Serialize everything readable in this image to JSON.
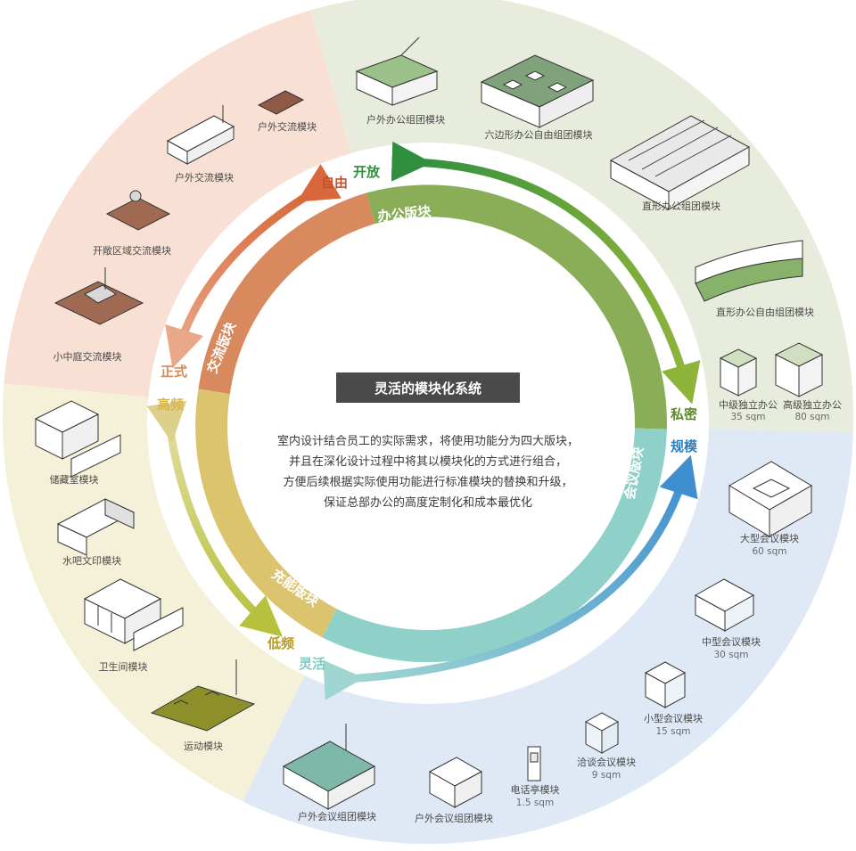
{
  "center": {
    "title": "灵活的模块化系统",
    "description_lines": [
      "室内设计结合员工的实际需求，将使用功能分为四大版块，",
      "并且在深化设计过程中将其以模块化的方式进行组合，",
      "方便后续根据实际使用功能进行标准模块的替换和升级，",
      "保证总部办公的高度定制化和成本最优化"
    ]
  },
  "sectors": {
    "office": "办公版块",
    "exchange": "交流版块",
    "support": "充能版块",
    "meeting": "会议版块"
  },
  "axis": {
    "open": "开放",
    "freedom": "自由",
    "formal": "正式",
    "frequent": "高频",
    "infrequent": "低频",
    "flexible": "灵活",
    "private": "私密",
    "scale": "规模"
  },
  "modules": {
    "outdoor_office_group": "户外办公组团模块",
    "hexagon_office": "六边形办公自由组团模块",
    "linear_office_group": "直形办公组团模块",
    "linear_office_free": "直形办公自由组团模块",
    "mid_private_office": "中级独立办公",
    "mid_private_office_size": "35 sqm",
    "senior_private_office": "高级独立办公",
    "senior_private_office_size": "80 sqm",
    "large_meeting": "大型会议模块",
    "large_meeting_size": "60 sqm",
    "medium_meeting": "中型会议模块",
    "medium_meeting_size": "30 sqm",
    "small_meeting": "小型会议模块",
    "small_meeting_size": "15 sqm",
    "negotiation": "洽谈会议模块",
    "negotiation_size": "9 sqm",
    "phone_booth": "电话亭模块",
    "phone_booth_size": "1.5 sqm",
    "outdoor_meeting_group_1": "户外会议组团模块",
    "outdoor_meeting_group_2": "户外会议组团模块",
    "sports": "运动模块",
    "restroom": "卫生间模块",
    "waterbar_print": "水吧文印模块",
    "storage": "储藏室模块",
    "courtyard_exchange": "小中庭交流模块",
    "open_area_exchange": "开敞区域交流模块",
    "outdoor_exchange_1": "户外交流模块",
    "outdoor_exchange_2": "户外交流模块"
  },
  "colors": {
    "office": "#8aae58",
    "exchange": "#d9895e",
    "support": "#dcc46e",
    "meeting": "#8fd1c9",
    "open_axis": "#2f8f3e",
    "freedom_axis": "#c8502c",
    "formal_axis": "#d98a56",
    "frequent_axis": "#d8b64e",
    "infrequent_axis": "#b89a1e",
    "flexible_axis": "#7fc9c2",
    "private_axis": "#5e8a2a",
    "scale_axis": "#2a7fc0",
    "title_box": "#4a4a4a"
  }
}
